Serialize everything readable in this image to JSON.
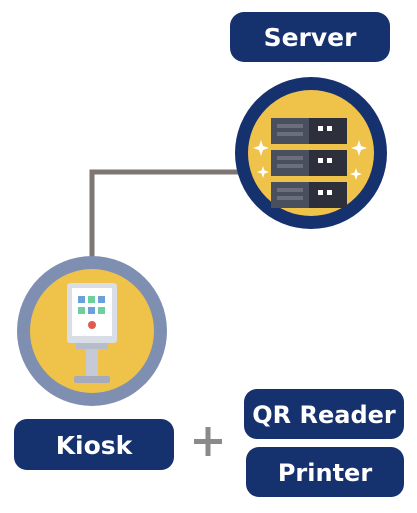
{
  "nodes": {
    "server": {
      "label": "Server"
    },
    "kiosk": {
      "label": "Kiosk"
    },
    "qr_reader": {
      "label": "QR Reader"
    },
    "printer": {
      "label": "Printer"
    }
  },
  "connector": {
    "plus_symbol": "+"
  },
  "colors": {
    "pill": "#15316e",
    "circle_ring_server": "#15316e",
    "circle_ring_kiosk": "#7f8fb2",
    "circle_fill": "#efc24a",
    "line": "#7e7672",
    "plus": "#8a8a8a"
  }
}
